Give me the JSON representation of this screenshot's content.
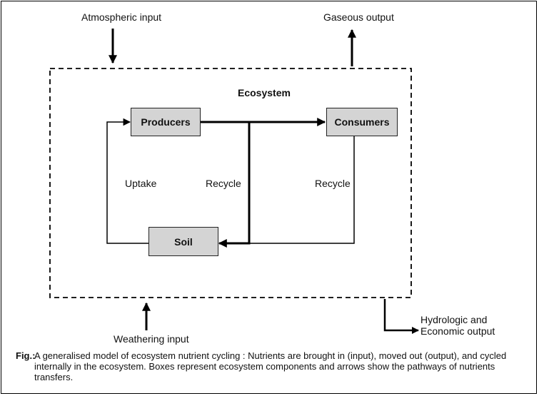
{
  "diagram": {
    "title": "Ecosystem",
    "nodes": {
      "producers": "Producers",
      "consumers": "Consumers",
      "soil": "Soil"
    },
    "edge_labels": {
      "uptake": "Uptake",
      "recycle_left": "Recycle",
      "recycle_right": "Recycle"
    },
    "external": {
      "atmospheric_input": "Atmospheric input",
      "gaseous_output": "Gaseous output",
      "weathering_input": "Weathering input",
      "hydrologic_line1": "Hydrologic and",
      "hydrologic_line2": "Economic output"
    }
  },
  "caption": {
    "prefix": "Fig.:",
    "text": "A generalised model of ecosystem nutrient cycling : Nutrients are brought in (input), moved out (output), and cycled internally in the ecosystem. Boxes represent ecosystem components and arrows show the pathways of nutrients transfers."
  }
}
